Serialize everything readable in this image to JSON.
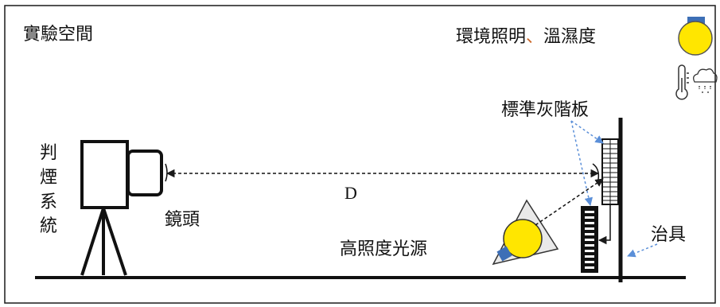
{
  "labels": {
    "space": "實驗空間",
    "environment_prefix": "環境照明",
    "environment_sep": "、",
    "environment_suffix": "溫濕度",
    "system": "判煙系統",
    "lens": "鏡頭",
    "distance": "D",
    "gray_board": "標準灰階板",
    "fixture": "治具",
    "light_source": "高照度光源"
  },
  "icons": {
    "lamp": "lightbulb-icon",
    "thermometer": "thermometer-icon",
    "humidity": "rain-cloud-icon"
  },
  "colors": {
    "frame": "#1a1a1a",
    "lamp_yellow": "#ffe600",
    "lamp_blue": "#3d6fb6",
    "callout_blue": "#5b8fd8",
    "comma": "#cc6a2c"
  }
}
